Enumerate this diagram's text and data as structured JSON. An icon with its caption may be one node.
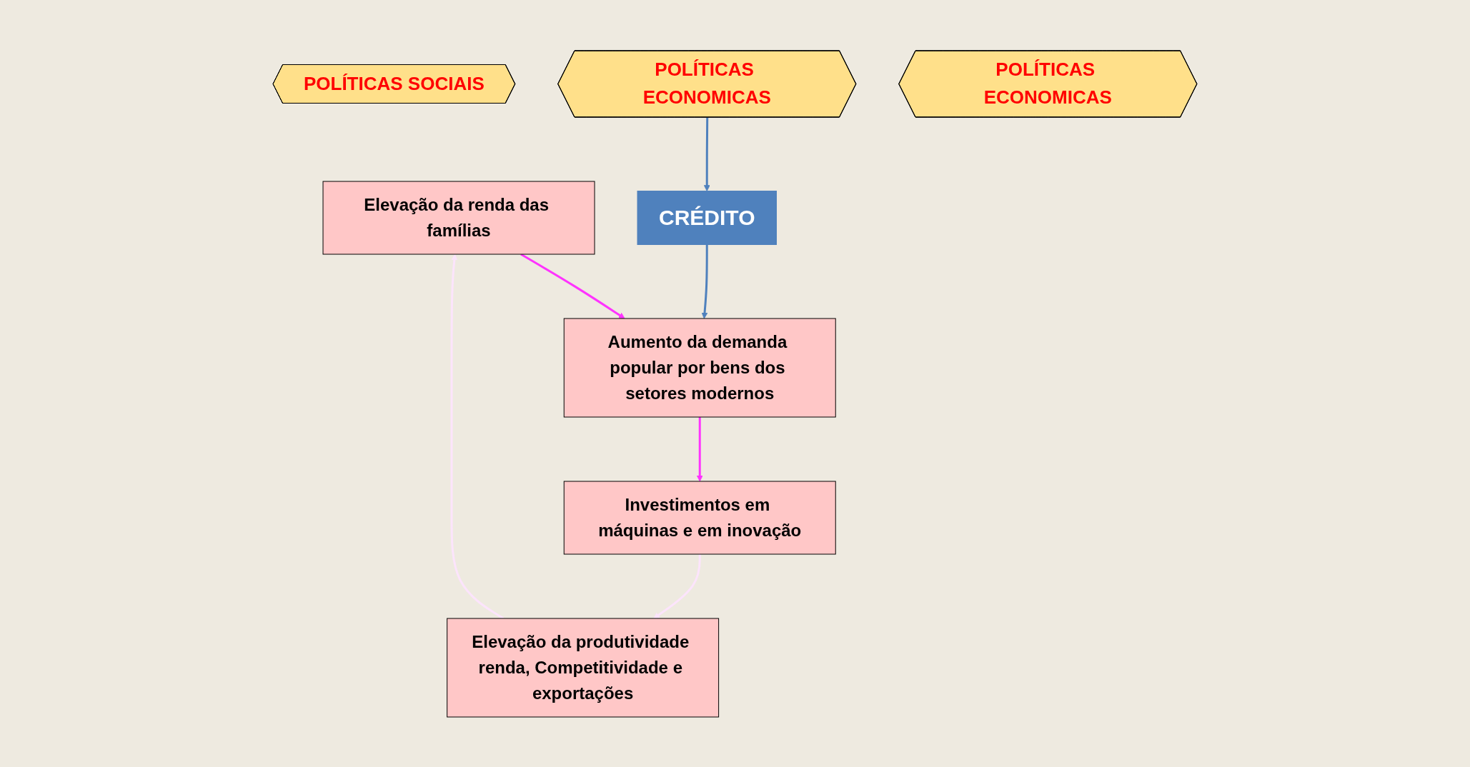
{
  "diagram": {
    "nodes": [
      {
        "text": [
          "POLÍTICAS SOCIAIS"
        ]
      },
      {
        "text": [
          "Elevação da renda das famílias"
        ]
      },
      {
        "text": [
          "CRÉDITO"
        ]
      },
      {
        "text": [
          "POLÍTICAS ECONOMICAS"
        ]
      },
      {
        "text": [
          "Aumento da demanda popular por bens dos setores modernos"
        ]
      },
      {
        "text": [
          "Elevação da produtividade renda, Competitividade e exportações"
        ]
      },
      {
        "text": [
          "Investimentos em máquinas e em inovação"
        ]
      },
      {
        "text": [
          "POLÍTICAS ECONOMICAS"
        ]
      }
    ],
    "edges": [
      {
        "from": 1,
        "to": 4,
        "arrow": "to",
        "color": "#ff33ff"
      },
      {
        "from": 4,
        "to": 6,
        "arrow": "to",
        "color": "#ff33ff"
      },
      {
        "from": 6,
        "to": 5,
        "arrow": "to",
        "color": "#fce4fc"
      },
      {
        "from": 5,
        "to": 1,
        "arrow": "to",
        "color": "#fce4fc"
      },
      {
        "from": 2,
        "to": 4,
        "arrow": "to",
        "color": "#4f81bd"
      },
      {
        "from": 3,
        "to": 2,
        "arrow": "to",
        "color": "#4f81bd"
      }
    ]
  }
}
